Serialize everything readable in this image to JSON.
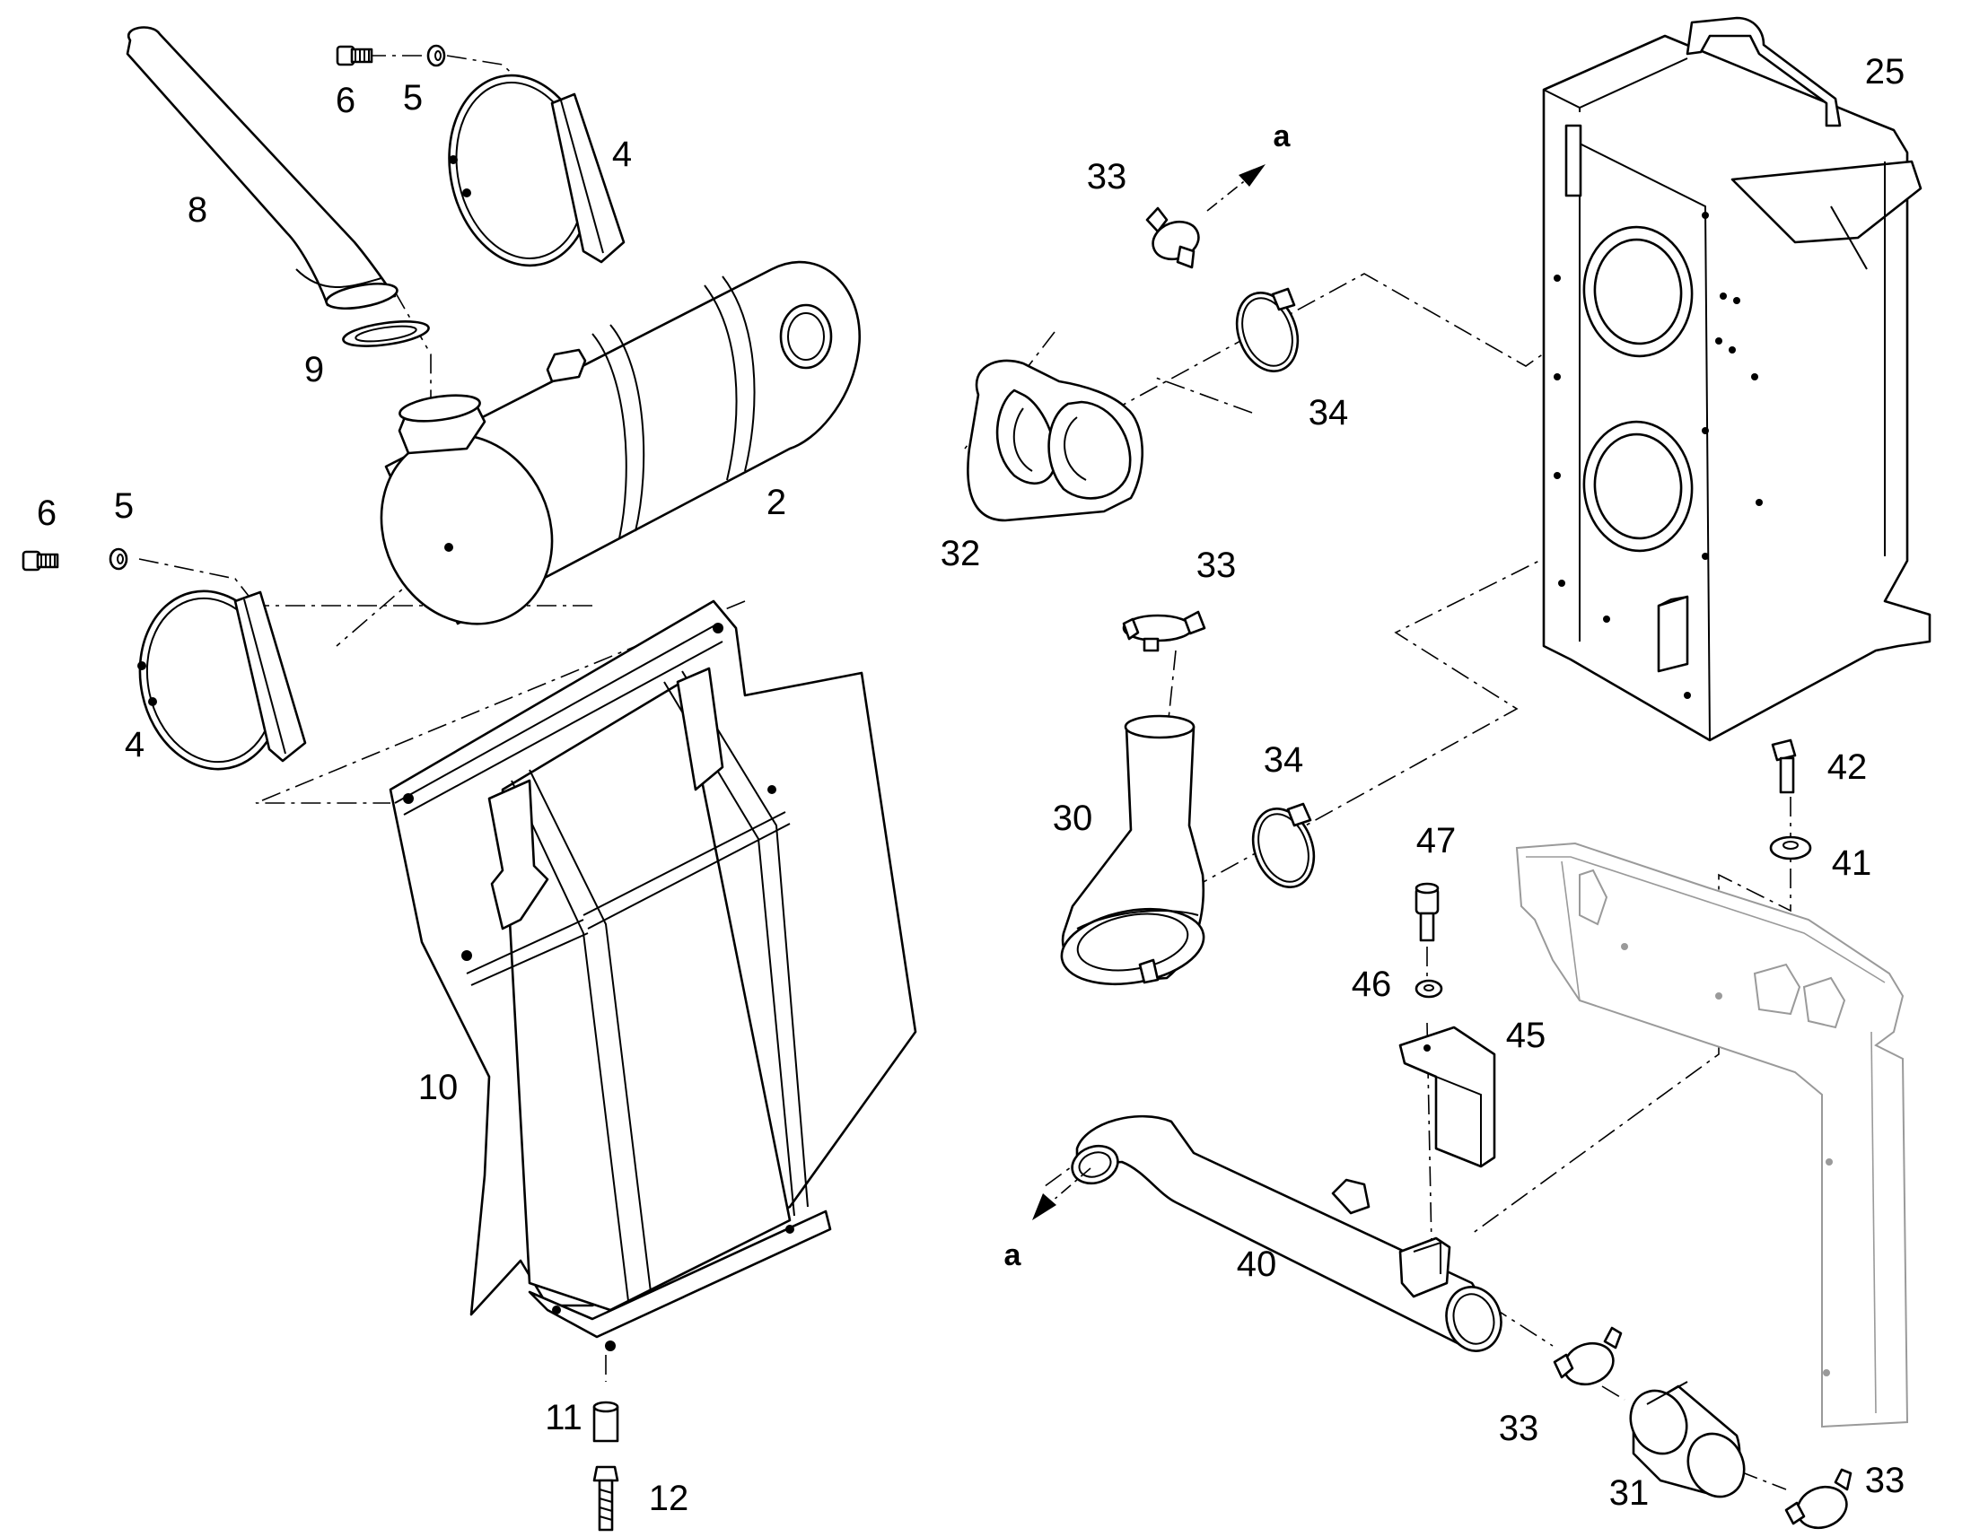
{
  "callouts": {
    "p8": "8",
    "p6a": "6",
    "p5a": "5",
    "p4a": "4",
    "p9": "9",
    "p2": "2",
    "p6b": "6",
    "p5b": "5",
    "p4b": "4",
    "p10": "10",
    "p11": "11",
    "p12": "12",
    "p33a": "33",
    "p34a": "34",
    "p32": "32",
    "p33b": "33",
    "p30": "30",
    "p34b": "34",
    "p25": "25",
    "p42": "42",
    "p41": "41",
    "p47": "47",
    "p46": "46",
    "p45": "45",
    "p40": "40",
    "p33c": "33",
    "p31": "31",
    "p33d": "33"
  },
  "flow_markers": {
    "a_top": "a",
    "a_bottom": "a"
  },
  "colors": {
    "line": "#000000",
    "ghost_part": "#9a9a9a",
    "background": "#ffffff"
  }
}
